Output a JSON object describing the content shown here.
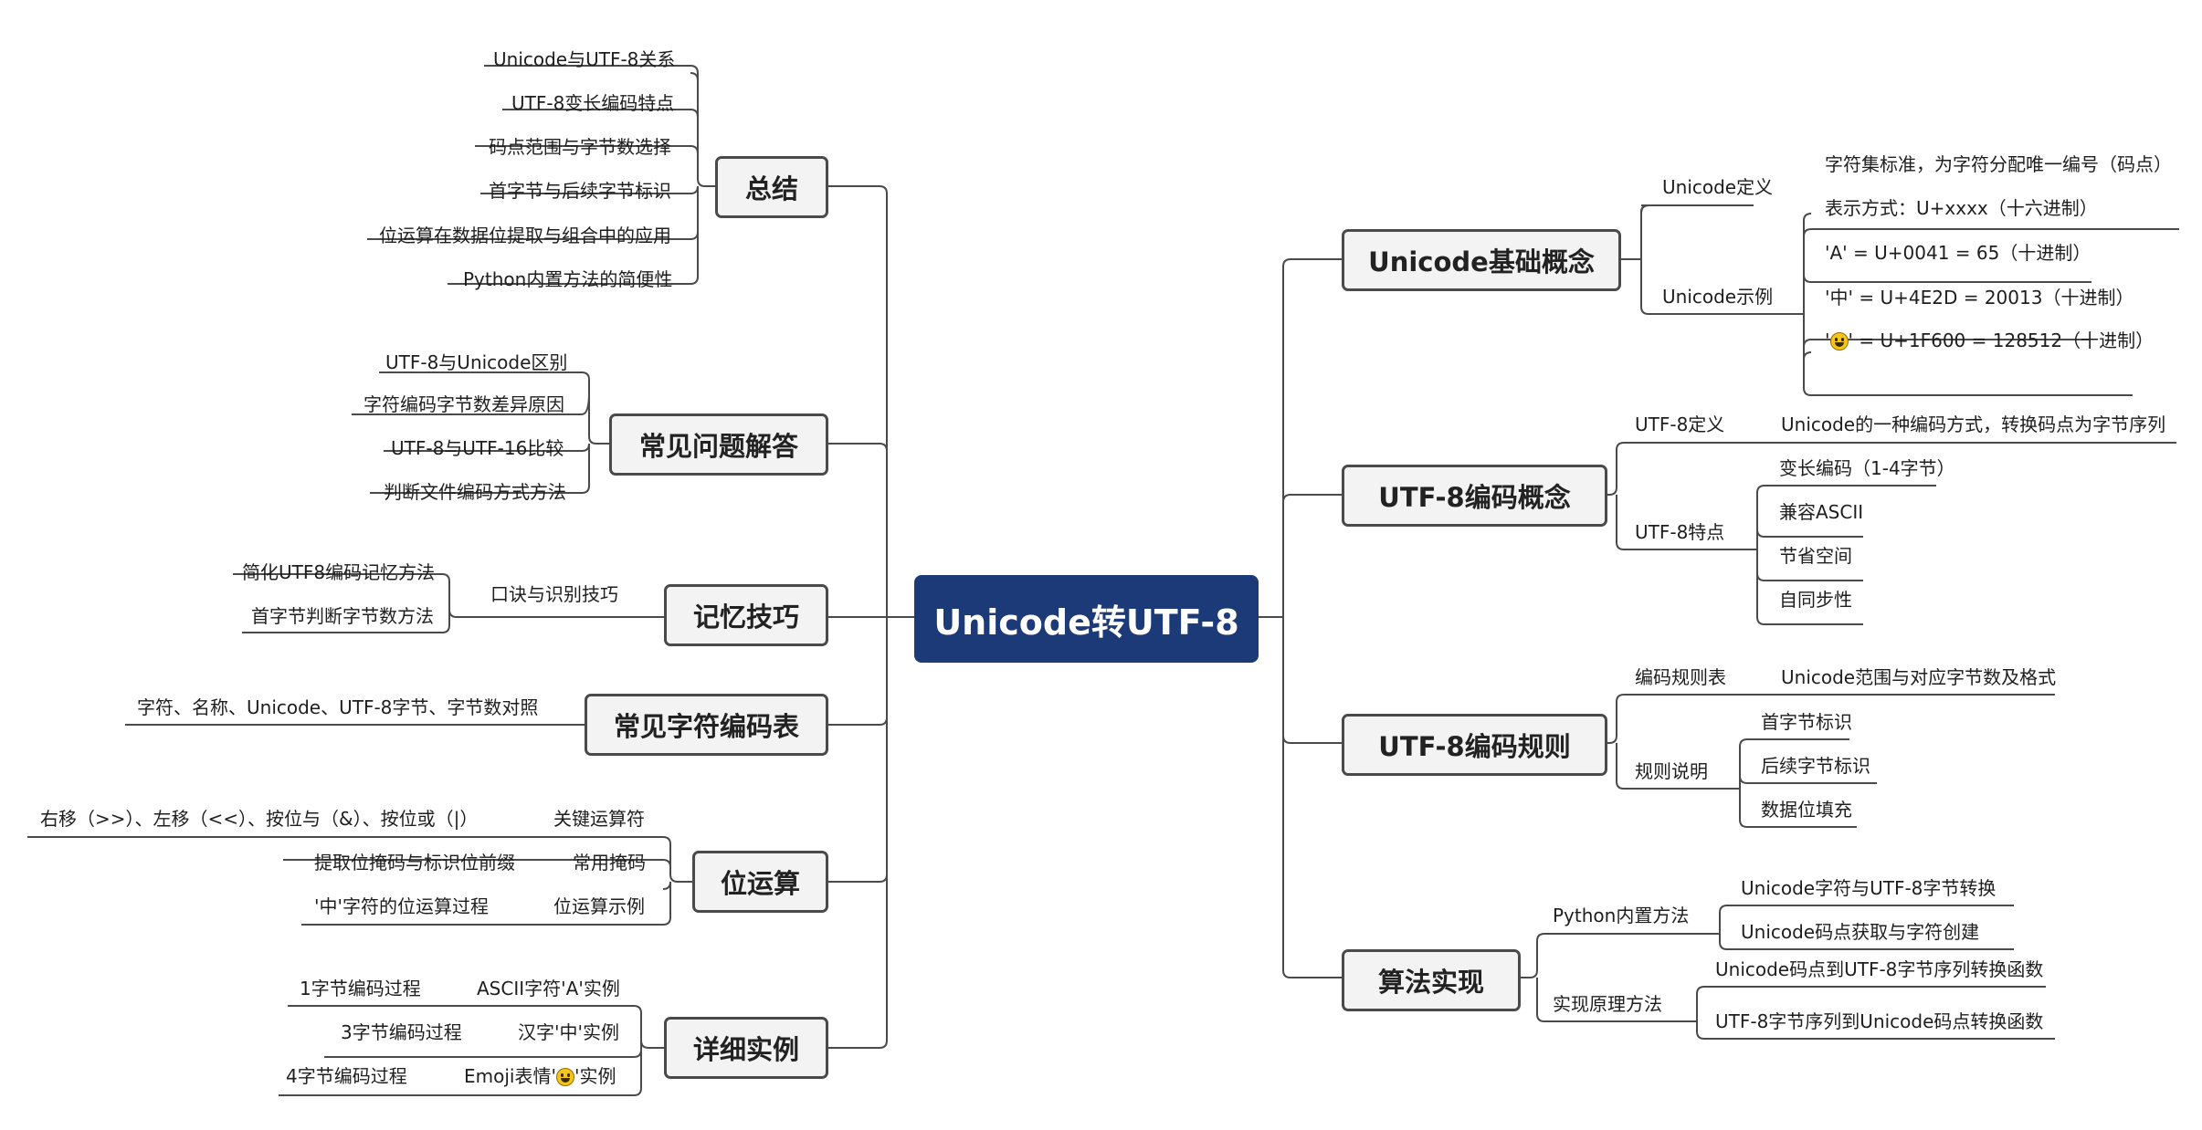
{
  "root": "Unicode转UTF-8",
  "main_nodes": {
    "r1": "Unicode基础概念",
    "r2": "UTF-8编码概念",
    "r3": "UTF-8编码规则",
    "r4": "算法实现",
    "l1": "总结",
    "l2": "常见问题解答",
    "l3": "记忆技巧",
    "l4": "常见字符编码表",
    "l5": "位运算",
    "l6": "详细实例"
  },
  "labels": {
    "r1_def": "Unicode定义",
    "r1_def_1": "字符集标准，为字符分配唯一编号（码点）",
    "r1_def_2": "表示方式：U+xxxx（十六进制）",
    "r1_ex": "Unicode示例",
    "r1_ex_1": "'A' = U+0041 = 65（十进制）",
    "r1_ex_2": "'中' = U+4E2D = 20013（十进制）",
    "r1_ex_3a": "'",
    "r1_ex_3b": "' = U+1F600 = 128512（十进制）",
    "r2_def": "UTF-8定义",
    "r2_def_1": "Unicode的一种编码方式，转换码点为字节序列",
    "r2_feat": "UTF-8特点",
    "r2_feat_1": "变长编码（1-4字节）",
    "r2_feat_2": "兼容ASCII",
    "r2_feat_3": "节省空间",
    "r2_feat_4": "自同步性",
    "r3_table": "编码规则表",
    "r3_table_1": "Unicode范围与对应字节数及格式",
    "r3_desc": "规则说明",
    "r3_desc_1": "首字节标识",
    "r3_desc_2": "后续字节标识",
    "r3_desc_3": "数据位填充",
    "r4_py": "Python内置方法",
    "r4_py_1": "Unicode字符与UTF-8字节转换",
    "r4_py_2": "Unicode码点获取与字符创建",
    "r4_impl": "实现原理方法",
    "r4_impl_1": "Unicode码点到UTF-8字节序列转换函数",
    "r4_impl_2": "UTF-8字节序列到Unicode码点转换函数",
    "l1_1": "Unicode与UTF-8关系",
    "l1_2": "UTF-8变长编码特点",
    "l1_3": "码点范围与字节数选择",
    "l1_4": "首字节与后续字节标识",
    "l1_5": "位运算在数据位提取与组合中的应用",
    "l1_6": "Python内置方法的简便性",
    "l2_1": "UTF-8与Unicode区别",
    "l2_2": "字符编码字节数差异原因",
    "l2_3": "UTF-8与UTF-16比较",
    "l2_4": "判断文件编码方式方法",
    "l3_1": "口诀与识别技巧",
    "l3_1_1": "简化UTF8编码记忆方法",
    "l3_1_2": "首字节判断字节数方法",
    "l4_1": "字符、名称、Unicode、UTF-8字节、字节数对照",
    "l5_1": "关键运算符",
    "l5_1_1": "右移（>>）、左移（<<）、按位与（&）、按位或（|）",
    "l5_2": "常用掩码",
    "l5_2_1": "提取位掩码与标识位前缀",
    "l5_3": "位运算示例",
    "l5_3_1": "'中'字符的位运算过程",
    "l6_1": "ASCII字符'A'实例",
    "l6_1_1": "1字节编码过程",
    "l6_2": "汉字'中'实例",
    "l6_2_1": "3字节编码过程",
    "l6_3a": "Emoji表情'",
    "l6_3b": "'实例",
    "l6_3_1": "4字节编码过程"
  },
  "icons": {
    "emoji": "grinning-face-emoji-icon"
  },
  "colors": {
    "root_bg": "#1c3a78",
    "root_text": "#ffffff",
    "node_bg": "#f3f3f3",
    "node_border": "#4a4a4a",
    "line": "#4a4a4a",
    "text": "#1e1e1e"
  }
}
